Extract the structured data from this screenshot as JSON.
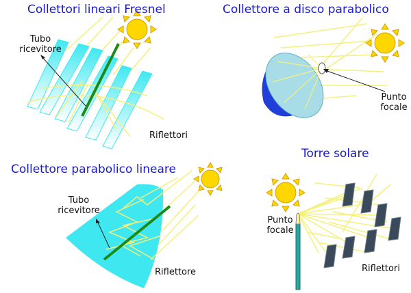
{
  "panels": {
    "fresnel": {
      "title": "Collettori lineari Fresnel",
      "receiver_l1": "Tubo",
      "receiver_l2": "ricevitore",
      "reflectors": "Riflettori"
    },
    "dish": {
      "title": "Collettore a disco parabolico",
      "focal_l1": "Punto",
      "focal_l2": "focale"
    },
    "trough": {
      "title": "Collettore parabolico lineare",
      "receiver_l1": "Tubo",
      "receiver_l2": "ricevitore",
      "reflector": "Riflettore"
    },
    "tower": {
      "title": "Torre solare",
      "focal_l1": "Punto",
      "focal_l2": "focale",
      "reflectors": "Riflettori"
    }
  },
  "colors": {
    "title": "#1a1acd",
    "ray": "#f5f07a",
    "sun_fill": "#ffd700",
    "sun_stroke": "#d4a000",
    "mirror": "#3fe8f0",
    "tube": "#1a8a1a",
    "dish_inner": "#a8dde8",
    "dish_back": "#1f3fd6",
    "tower_body": "#2aa8a0",
    "heliostat": "#3a4a5a"
  },
  "icons": [
    "sun-icon"
  ]
}
